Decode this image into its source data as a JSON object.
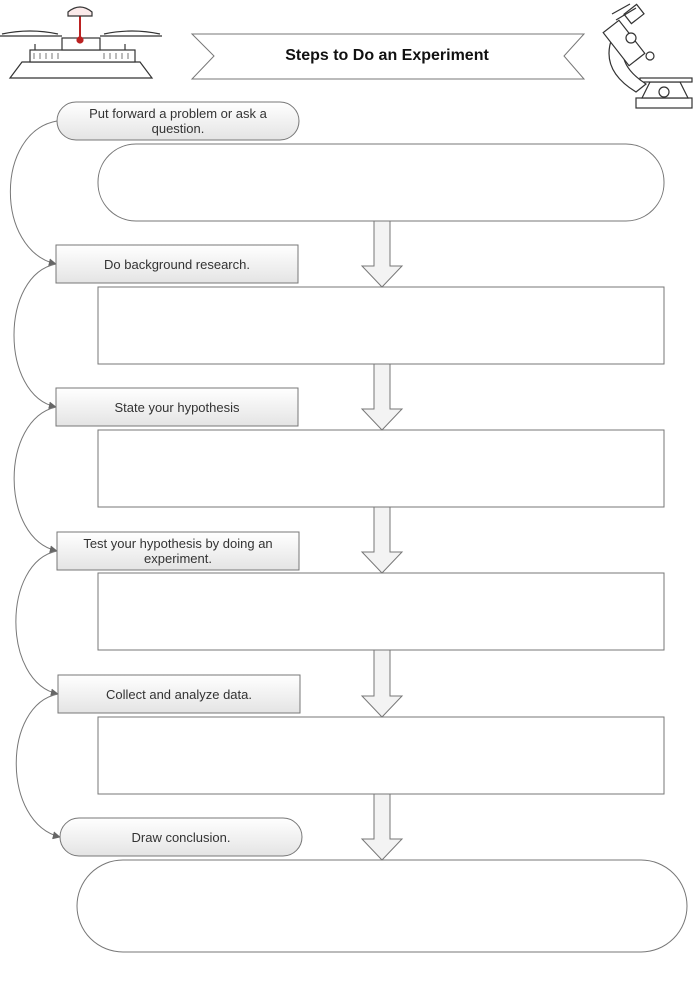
{
  "title": "Steps to Do an Experiment",
  "steps": [
    {
      "label": "Put forward a problem or ask a question."
    },
    {
      "label": "Do background research."
    },
    {
      "label": "State your hypothesis"
    },
    {
      "label": "Test your hypothesis by doing an experiment."
    },
    {
      "label": "Collect and analyze data."
    },
    {
      "label": "Draw conclusion."
    }
  ],
  "icons": [
    "balance-scale-icon",
    "microscope-icon"
  ],
  "colors": {
    "line": "#777777",
    "box_fill": "#ffffff",
    "label_fill_top": "#ffffff",
    "label_fill_bottom": "#e6e6e6",
    "arrow_fill": "#f2f2f2"
  }
}
